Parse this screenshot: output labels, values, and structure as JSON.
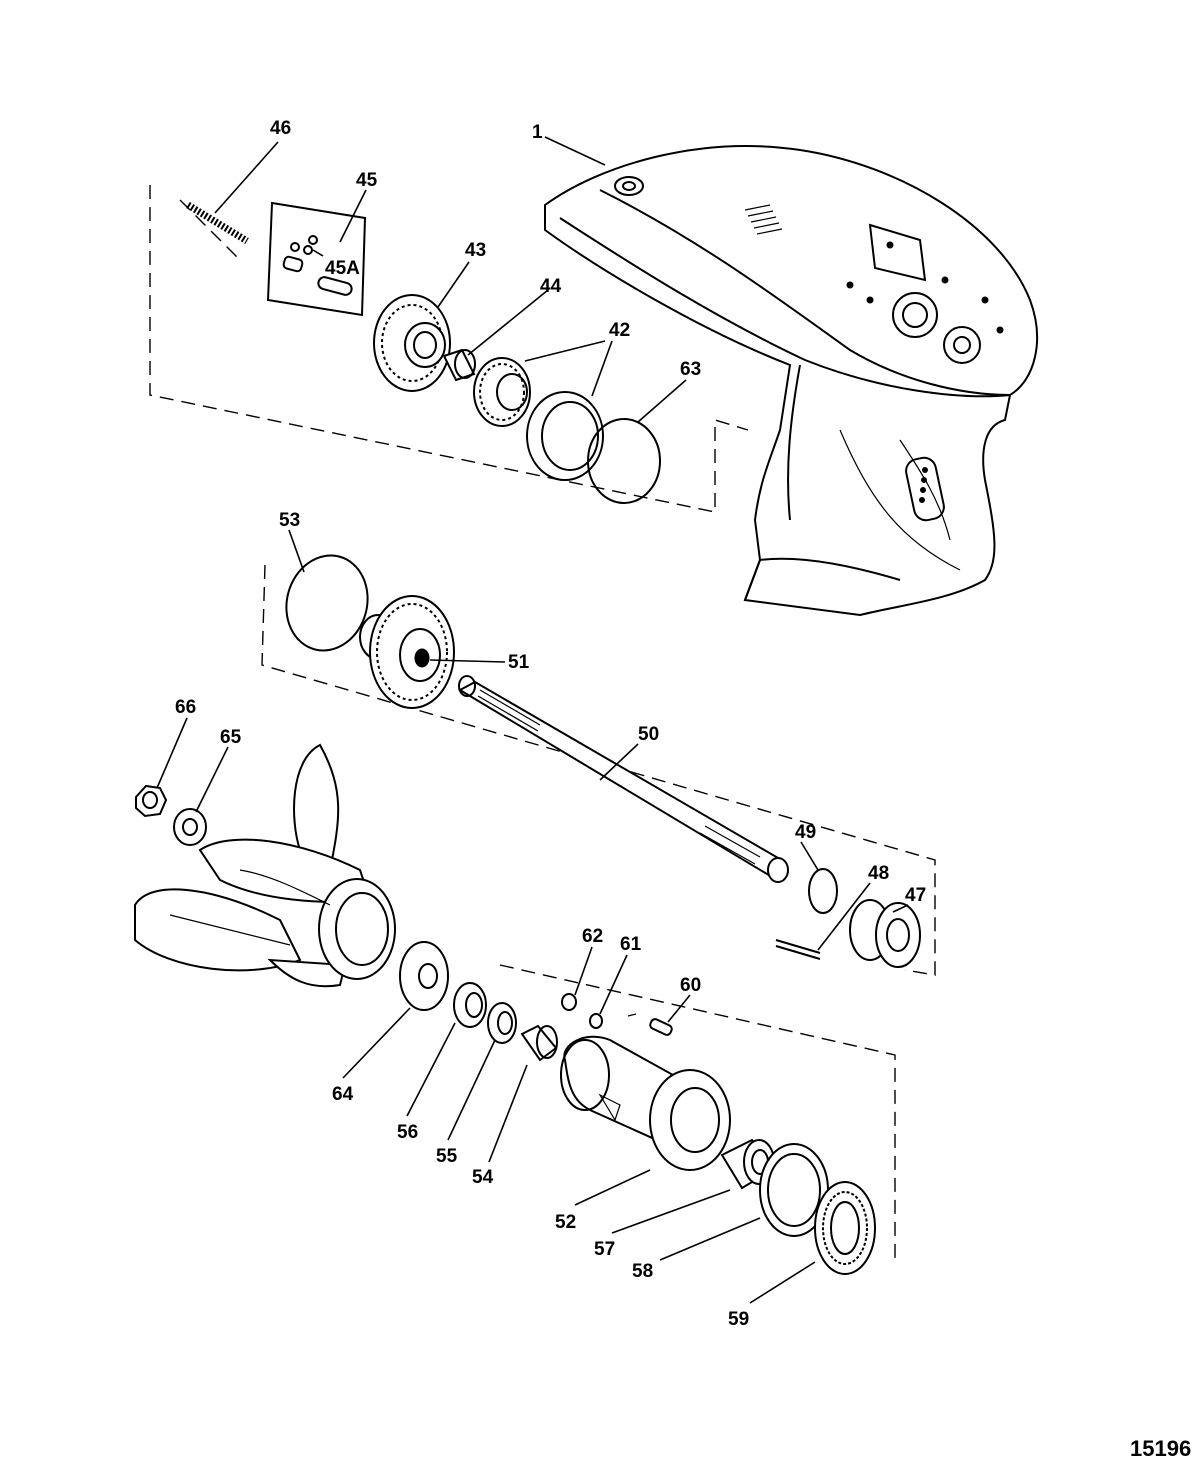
{
  "diagram": {
    "figure_id": "15196",
    "callouts": {
      "c1": "1",
      "c42": "42",
      "c43": "43",
      "c44": "44",
      "c45": "45",
      "c45a": "45A",
      "c46": "46",
      "c47": "47",
      "c48": "48",
      "c49": "49",
      "c50": "50",
      "c51": "51",
      "c52": "52",
      "c53": "53",
      "c54": "54",
      "c55": "55",
      "c56": "56",
      "c57": "57",
      "c58": "58",
      "c59": "59",
      "c60": "60",
      "c61": "61",
      "c62": "62",
      "c63": "63",
      "c64": "64",
      "c65": "65",
      "c66": "66"
    }
  }
}
